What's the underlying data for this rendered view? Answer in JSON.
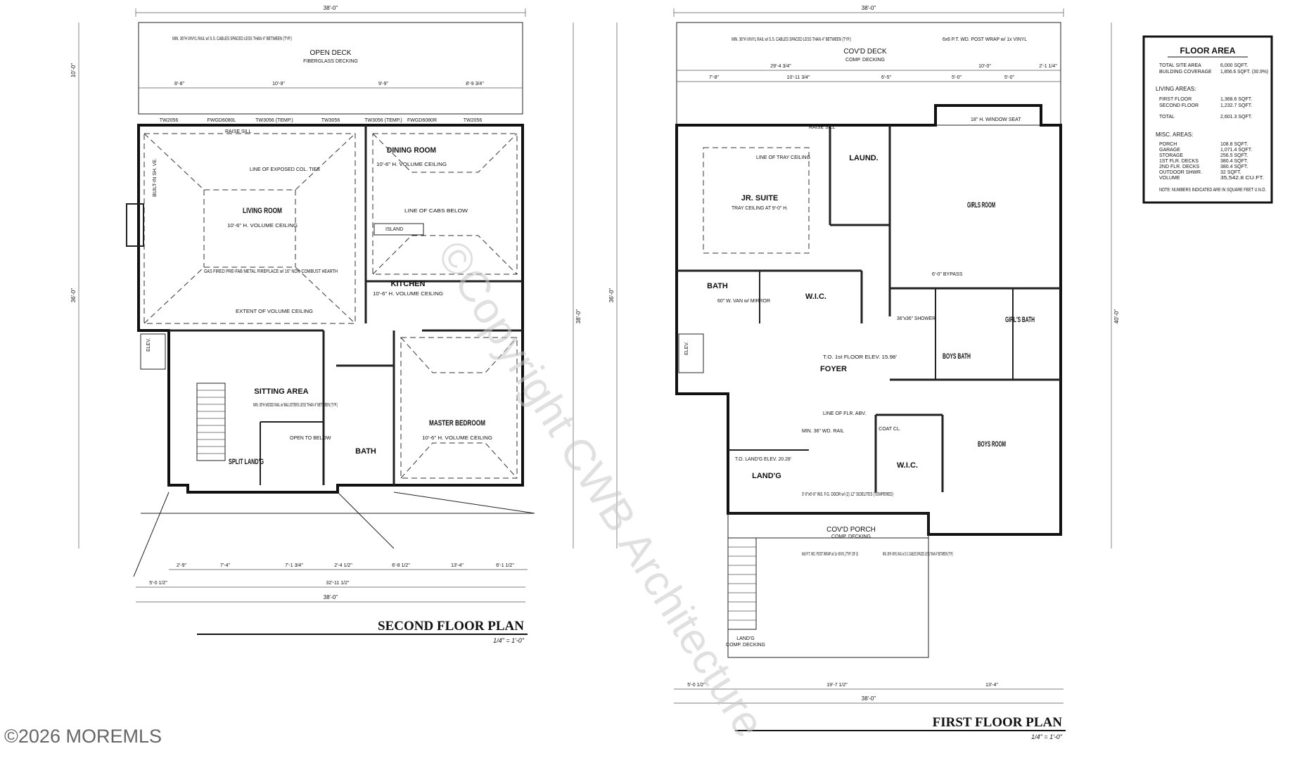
{
  "second_floor": {
    "title": "SECOND FLOOR PLAN",
    "scale": "1/4\" = 1'-0\"",
    "rooms": {
      "open_deck": "OPEN DECK",
      "open_deck_sub": "FIBERGLASS DECKING",
      "living": "LIVING ROOM",
      "living_sub": "10'-6\" H. VOLUME CEILING",
      "dining": "DINING ROOM",
      "dining_sub": "10'-6\" H. VOLUME CEILING",
      "kitchen": "KITCHEN",
      "kitchen_sub": "10'-6\" H. VOLUME CEILING",
      "sitting": "SITTING AREA",
      "master": "MASTER BEDROOM",
      "master_sub": "10'-6\" H. VOLUME CEILING",
      "bath": "BATH",
      "split": "SPLIT LAND'G",
      "elev": "ELEV."
    },
    "notes": {
      "rail": "MIN. 36\"H VINYL RAIL w/ S.S. CABLES SPACED LESS THAN 4\" BETWEEN (TYP.)",
      "fireplace": "GAS FIRED PRE-FAB METAL FIREPLACE w/ 16\" NON-COMBUST HEARTH",
      "volume": "EXTENT OF VOLUME CEILING",
      "exposed": "LINE OF EXPOSED COL. TIES",
      "cabs_below": "LINE OF CABS BELOW",
      "island": "ISLAND",
      "wood_rail": "MIN. 36\"H WOOD RAIL w/ BALUSTERS LESS THAN 4\" BETWEEN (TYP.)",
      "open_to_below": "OPEN TO BELOW",
      "raise_sill": "RAISE SILL",
      "builtin": "BUILT-IN SH. VE."
    },
    "dims": {
      "overall": "38'-0\"",
      "top_segments": [
        "8'-8\"",
        "10'-9\"",
        "9'-9\"",
        "8'-9 3/4\""
      ],
      "bottom_segments": [
        "2'-9\"",
        "7'-4\"",
        "7'-1 3/4\"",
        "2'-4 1/2\"",
        "6'-8 1/2\"",
        "13'-4\"",
        "6'-1 1/2\""
      ],
      "bottom_total": "32'-11 1/2\"",
      "bottom_left": "5'-0 1/2\"",
      "left_total": "36'-0\"",
      "right_total": "38'-0\"",
      "deck_depth": "10'-0\""
    },
    "windows": [
      "TW2056",
      "FWGD6080L",
      "TW3056 (TEMP.)",
      "TW3056",
      "TW3056 (TEMP.)",
      "FWGD6080R",
      "TW2056"
    ]
  },
  "first_floor": {
    "title": "FIRST FLOOR PLAN",
    "scale": "1/4\" = 1'-0\"",
    "rooms": {
      "deck": "COV'D DECK",
      "deck_sub": "COMP. DECKING",
      "jr_suite": "JR. SUITE",
      "jr_sub": "TRAY CEILING AT 9'-0\" H.",
      "laund": "LAUND.",
      "girls": "GIRLS ROOM",
      "bath": "BATH",
      "wic": "W.I.C.",
      "foyer": "FOYER",
      "boys_bath": "BOYS BATH",
      "girls_bath": "GIRL'S BATH",
      "boys": "BOYS ROOM",
      "landg": "LAND'G",
      "porch": "COV'D PORCH",
      "porch_sub": "COMP. DECKING",
      "landg2": "LAND'G",
      "landg2_sub": "COMP. DECKING",
      "wic2": "W.I.C.",
      "coat": "COAT CL.",
      "elev": "ELEV."
    },
    "notes": {
      "rail": "MIN. 36\"H VINYL RAIL w/ S.S. CABLES SPACED LESS THAN 4\" BETWEEN (TYP.)",
      "post": "6x6 P.T. WD. POST WRAP w/ 1x VINYL",
      "post_typ": "6x6 P.T. WD. POST WRAP w/ 1x VINYL (TYP. OF 3)",
      "window_seat": "18\" H. WINDOW SEAT",
      "tray": "LINE OF TRAY CEILING",
      "to_floor": "T.O. 1st FLOOR ELEV. 15.98'",
      "flr_abv": "LINE OF FLR. ABV.",
      "door": "3'-0\"x6'-8\" INS. F.G. DOOR w/ (2) 12\" SIDELITES (TEMPERED)",
      "bypass": "6'-0\" BYPASS",
      "wd_rail": "MIN. 36\" WD. RAIL",
      "landg_elev": "T.O. LAND'G ELEV. 20.28'",
      "van": "60\" W. VAN w/ MIRROR",
      "shower": "36\"x36\" SHOWER",
      "raise_sill": "RAISE SILL"
    },
    "dims": {
      "overall": "38'-0\"",
      "top_segments": [
        "7'-8\"",
        "10'-11 3/4\"",
        "6'-5\"",
        "5'-0\"",
        "5'-0\""
      ],
      "top_sub": [
        "29'-4 3/4\"",
        "10'-0\"",
        "2'-1 1/4\""
      ],
      "bottom_total": "19'-7 1/2\"",
      "bottom_left": "5'-0 1/2\"",
      "bottom_right": "13'-4\"",
      "left_total": "36'-0\"",
      "right_total": "40'-0\""
    }
  },
  "floor_area": {
    "title": "FLOOR AREA",
    "rows": [
      {
        "label": "TOTAL SITE AREA",
        "value": "6,000 SQFT."
      },
      {
        "label": "BUILDING COVERAGE",
        "value": "1,856.6 SQFT. (30.9%)"
      }
    ],
    "living_title": "LIVING AREAS:",
    "living": [
      {
        "label": "FIRST FLOOR",
        "value": "1,368.6 SQFT."
      },
      {
        "label": "SECOND FLOOR",
        "value": "1,232.7 SQFT."
      },
      {
        "label": "TOTAL",
        "value": "2,601.3 SQFT."
      }
    ],
    "misc_title": "MISC. AREAS:",
    "misc": [
      {
        "label": "PORCH",
        "value": "108.8 SQFT."
      },
      {
        "label": "GARAGE",
        "value": "1,071.4 SQFT."
      },
      {
        "label": "STORAGE",
        "value": "256.5 SQFT."
      },
      {
        "label": "1ST FLR. DECKS",
        "value": "380.4 SQFT."
      },
      {
        "label": "2ND FLR. DECKS",
        "value": "380.4 SQFT."
      },
      {
        "label": "OUTDOOR SHWR.",
        "value": "32 SQFT."
      },
      {
        "label": "VOLUME",
        "value": "35,542.8 CU.FT."
      }
    ],
    "note": "NOTE: NUMBERS INDICATED ARE IN SQUARE FEET U.N.O."
  },
  "watermark": "©Copyright CWB Architecture",
  "copyright": "©2026 MOREMLS"
}
